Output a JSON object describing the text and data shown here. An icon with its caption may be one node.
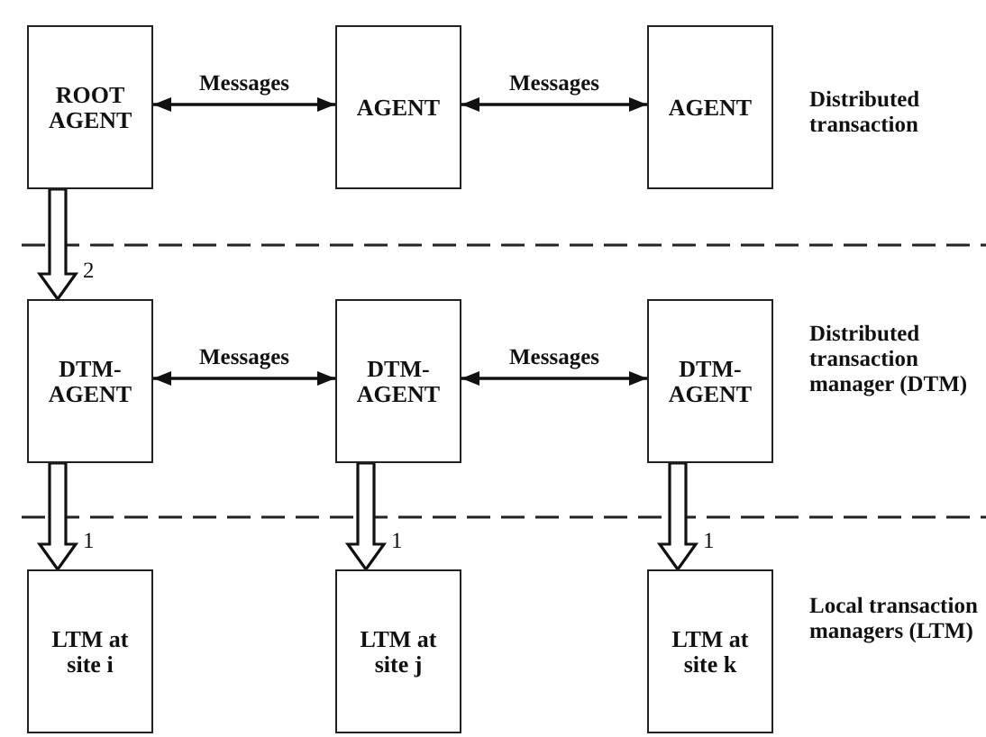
{
  "diagram": {
    "nodes": [
      {
        "text": [
          "ROOT AGENT"
        ]
      },
      {
        "text": [
          "AGENT"
        ]
      },
      {
        "text": [
          "AGENT"
        ]
      },
      {
        "text": [
          "DTM- AGENT"
        ]
      },
      {
        "text": [
          "DTM- AGENT"
        ]
      },
      {
        "text": [
          "DTM- AGENT"
        ]
      },
      {
        "text": [
          "LTM at site i"
        ]
      },
      {
        "text": [
          "LTM at site j"
        ]
      },
      {
        "text": [
          "LTM at site k"
        ]
      }
    ],
    "edges": [
      {
        "from": 0,
        "to": 1,
        "arrow": "both",
        "label": "Messages"
      },
      {
        "from": 1,
        "to": 2,
        "arrow": "both",
        "label": "Messages"
      },
      {
        "from": 0,
        "to": 3,
        "arrow": "to",
        "label": "2",
        "style": "thick"
      },
      {
        "from": 3,
        "to": 4,
        "arrow": "both",
        "label": "Messages"
      },
      {
        "from": 4,
        "to": 5,
        "arrow": "both",
        "label": "Messages"
      },
      {
        "from": 3,
        "to": 6,
        "arrow": "to",
        "label": "1",
        "style": "thick"
      },
      {
        "from": 4,
        "to": 7,
        "arrow": "to",
        "label": "1",
        "style": "thick"
      },
      {
        "from": 5,
        "to": 8,
        "arrow": "to",
        "label": "1",
        "style": "thick"
      }
    ],
    "labels": [
      "Distributed transaction",
      "Distributed transaction manager (DTM)",
      "Local transaction managers (LTM)"
    ]
  }
}
